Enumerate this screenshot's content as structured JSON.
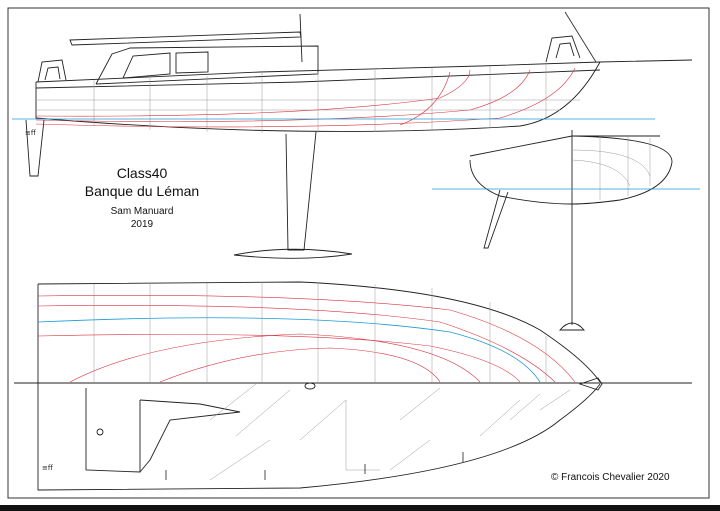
{
  "title": {
    "line1": "Class40",
    "line2": "Banque du Léman"
  },
  "designer": "Sam Manuard",
  "year": "2019",
  "copyright": "© Francois Chevalier 2020",
  "colors": {
    "outline": "#222222",
    "station_lines": "#9a9a9a",
    "waterlines": "#d9333f",
    "datum_waterline": "#1a9bd7",
    "deck_detail": "#555555"
  }
}
